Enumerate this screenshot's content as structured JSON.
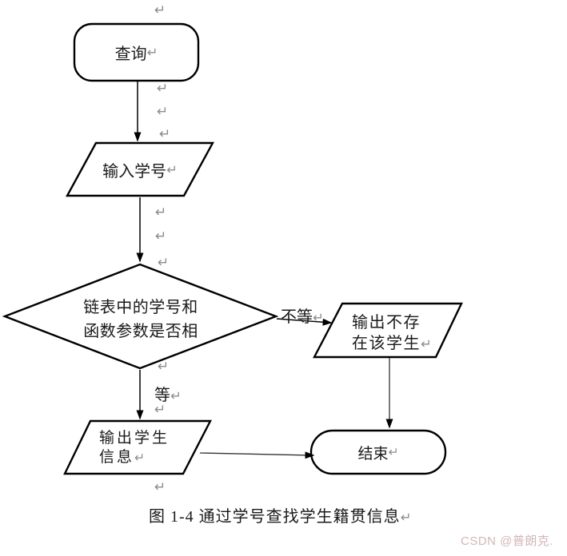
{
  "figure": {
    "caption": "图 1-4 通过学号查找学生籍贯信息",
    "watermark": "CSDN @普朗克."
  },
  "marks": {
    "glyph": "↵"
  },
  "nodes": {
    "start": {
      "label": "查询"
    },
    "input": {
      "label": "输入学号"
    },
    "decision": {
      "line1": "链表中的学号和",
      "line2": "函数参数是否相"
    },
    "output_not_found": {
      "line1": "输出不存",
      "line2": "在该学生"
    },
    "output_info": {
      "line1": "输出学生",
      "line2": "信息"
    },
    "end": {
      "label": "结束"
    }
  },
  "edges": {
    "not_equal_label": "不等",
    "equal_label": "等"
  },
  "colors": {
    "shape_stroke": "#000000",
    "text": "#1a1a1a",
    "paragraph_mark": "#8c8c8c",
    "watermark": "#d4b6b6"
  }
}
